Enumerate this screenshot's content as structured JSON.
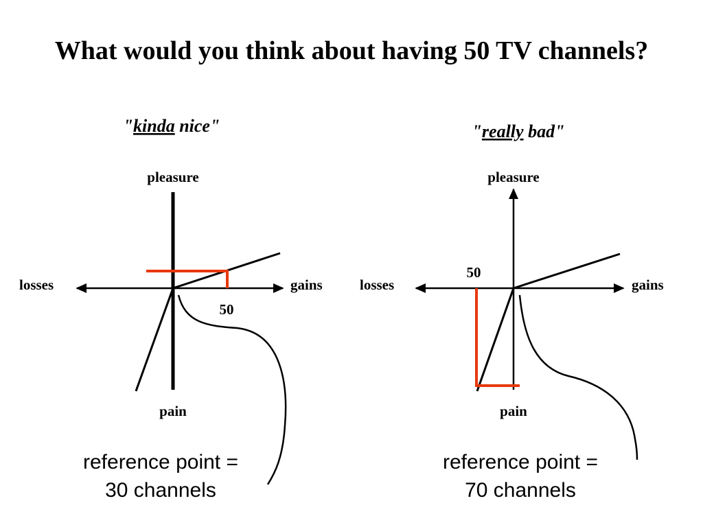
{
  "title": "What would you think about having 50 TV channels?",
  "axis_labels": {
    "pleasure": "pleasure",
    "pain": "pain",
    "losses": "losses",
    "gains": "gains"
  },
  "left_panel": {
    "quote_open": "\"",
    "quote_word_underlined": "kinda",
    "quote_rest": " nice\"",
    "marker_label": "50",
    "reference_line1": "reference point =",
    "reference_line2": "30 channels"
  },
  "right_panel": {
    "quote_open": "\"",
    "quote_word_underlined": "really",
    "quote_rest": " bad\"",
    "marker_label": "50",
    "reference_line1": "reference point =",
    "reference_line2": "70 channels"
  },
  "colors": {
    "ink": "#000000",
    "highlight": "#e8380d"
  }
}
